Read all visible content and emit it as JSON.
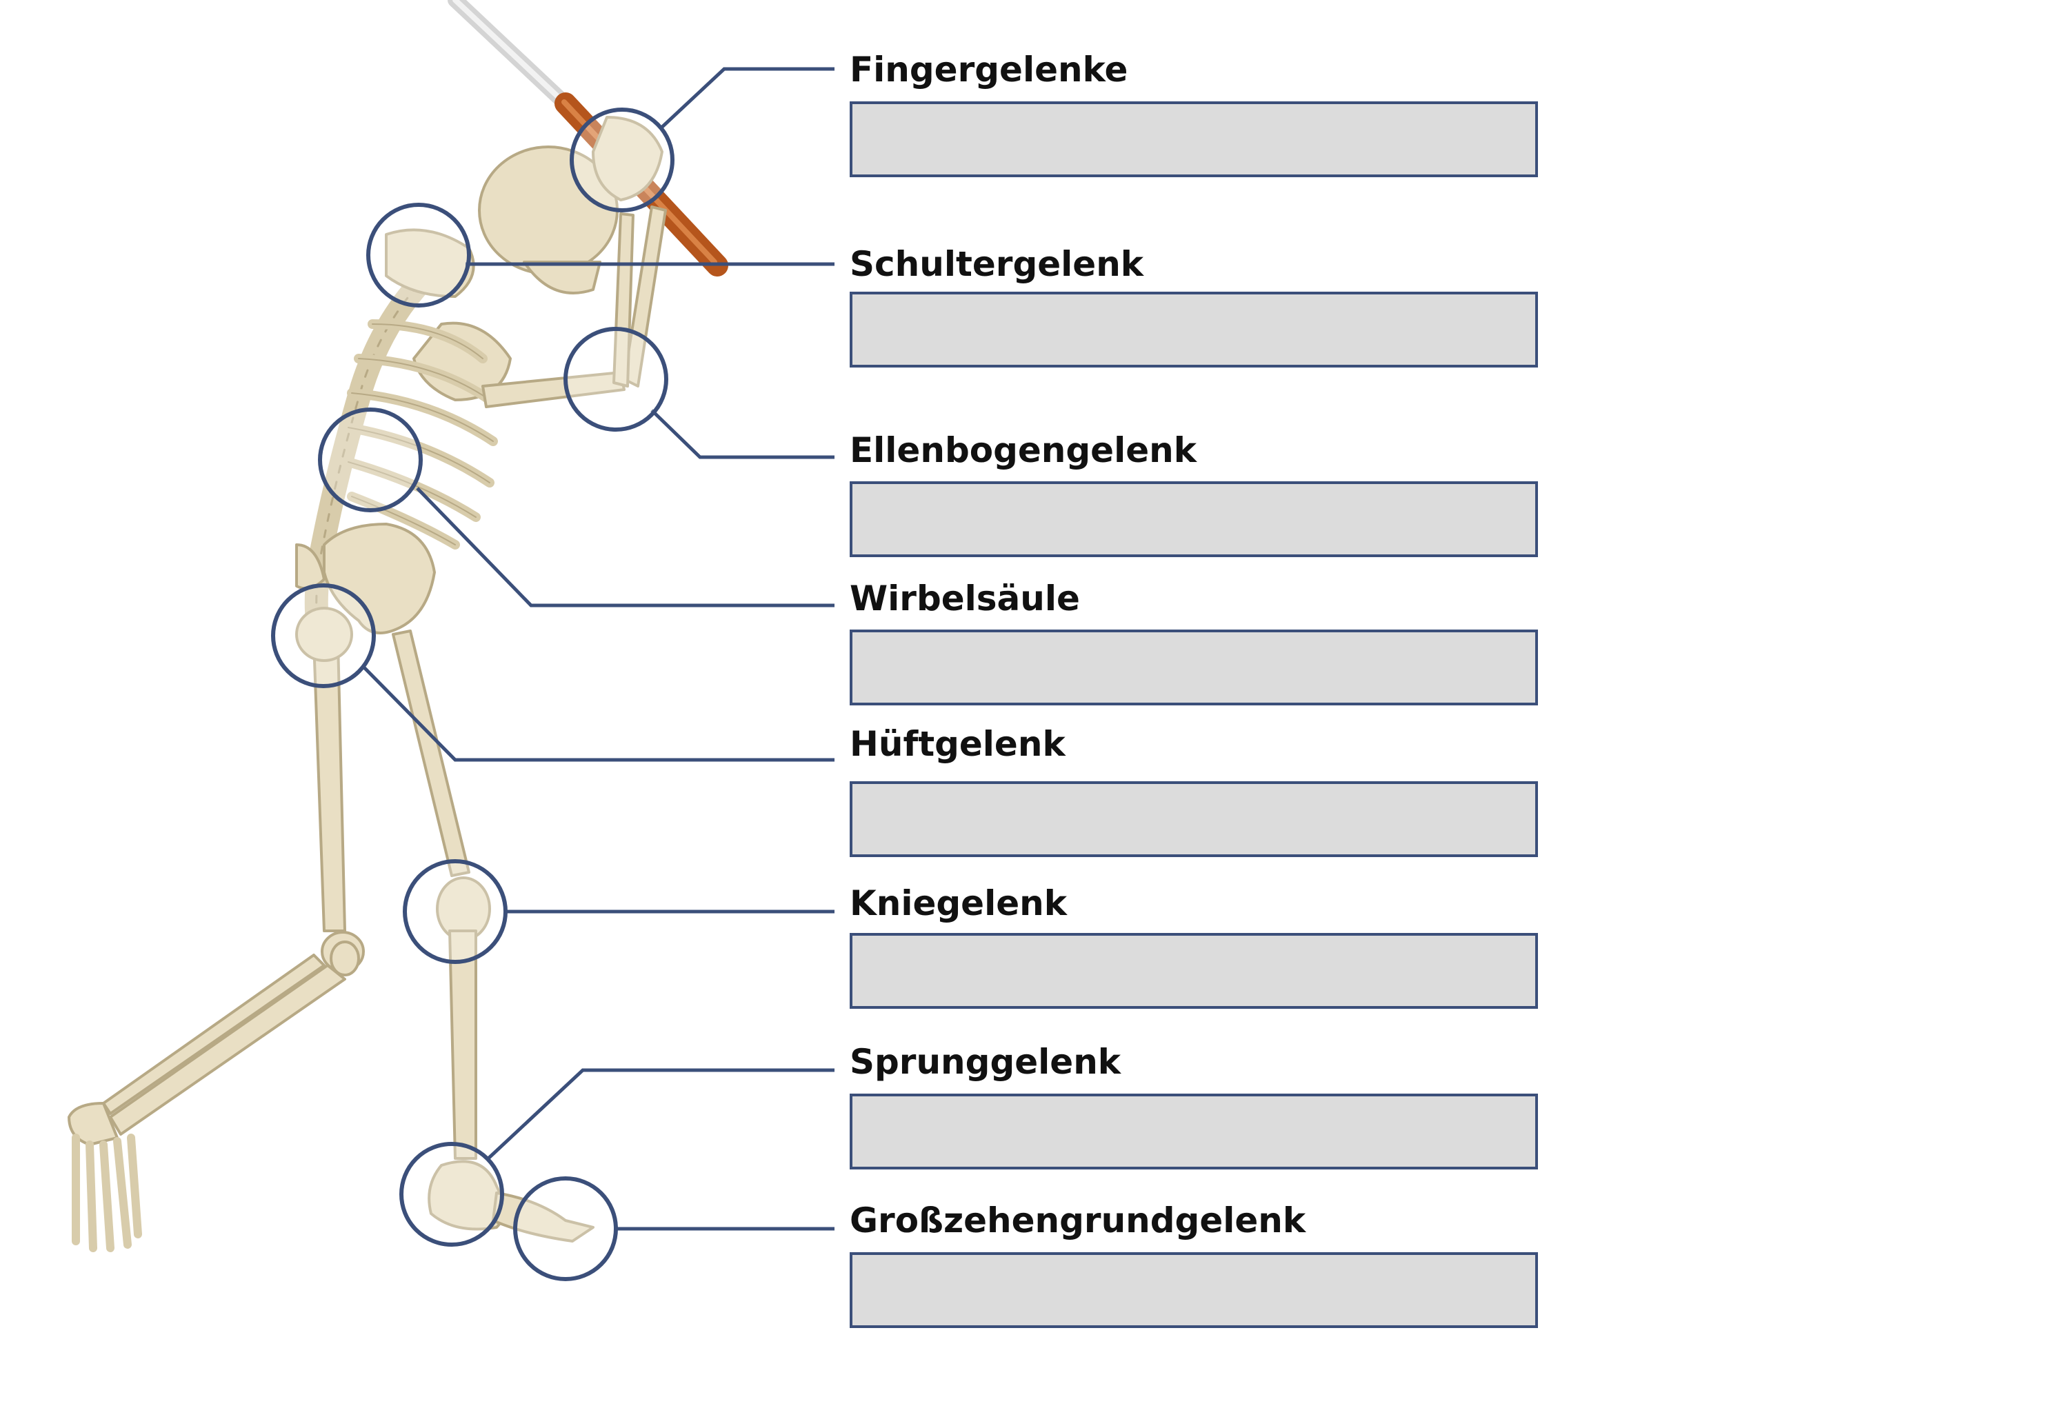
{
  "colors": {
    "accent": "#3b4f7a",
    "answer_box_fill": "#dcdcdc",
    "bone": "#e9dfc4",
    "bat_handle": "#b5551c",
    "bat_shaft": "#dddddd"
  },
  "joints": [
    {
      "id": "fingergelenke",
      "label": "Fingergelenke",
      "answer": ""
    },
    {
      "id": "schultergelenk",
      "label": "Schultergelenk",
      "answer": ""
    },
    {
      "id": "ellenbogengelenk",
      "label": "Ellenbogengelenk",
      "answer": ""
    },
    {
      "id": "wirbelsaeule",
      "label": "Wirbelsäule",
      "answer": ""
    },
    {
      "id": "hueftgelenk",
      "label": "Hüftgelenk",
      "answer": ""
    },
    {
      "id": "kniegelenk",
      "label": "Kniegelenk",
      "answer": ""
    },
    {
      "id": "sprunggelenk",
      "label": "Sprunggelenk",
      "answer": ""
    },
    {
      "id": "grosszehengrundgelenk",
      "label": "Großzehengrundgelenk",
      "answer": ""
    }
  ]
}
